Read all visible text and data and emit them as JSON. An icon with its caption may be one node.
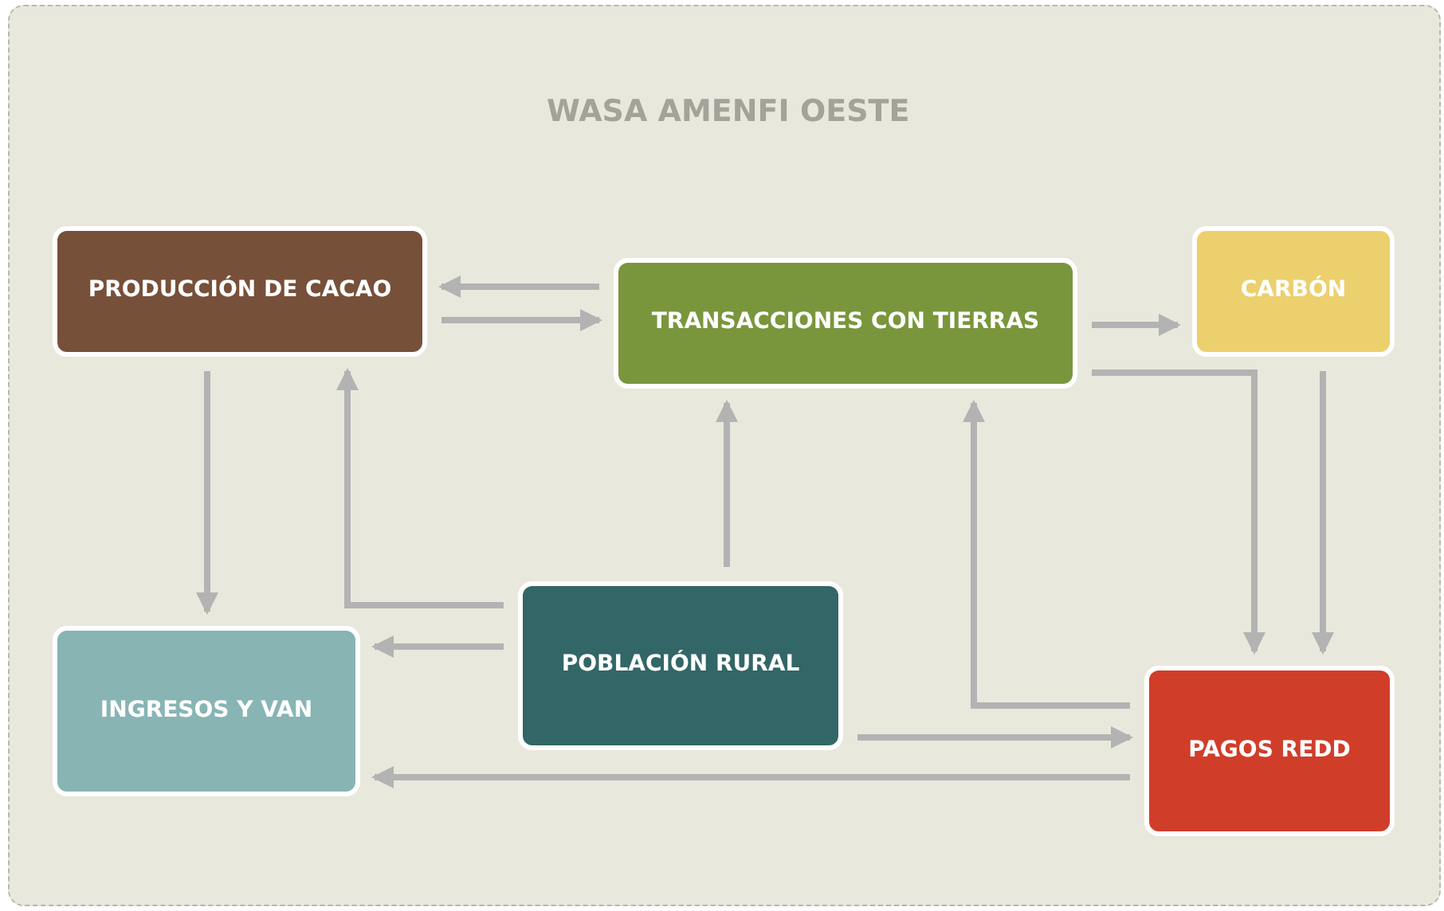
{
  "diagram": {
    "title": "WASA AMENFI OESTE",
    "nodes": [
      {
        "text": [
          "PRODUCCIÓN DE CACAO"
        ]
      },
      {
        "text": [
          "TRANSACCIONES CON TIERRAS"
        ]
      },
      {
        "text": [
          "CARBÓN"
        ]
      },
      {
        "text": [
          "INGRESOS Y VAN"
        ]
      },
      {
        "text": [
          "POBLACIÓN RURAL"
        ]
      },
      {
        "text": [
          "PAGOS REDD"
        ]
      }
    ],
    "edges": [
      {
        "from": 1,
        "to": 0,
        "arrow": "to"
      },
      {
        "from": 0,
        "to": 1,
        "arrow": "to"
      },
      {
        "from": 1,
        "to": 2,
        "arrow": "to"
      },
      {
        "from": 0,
        "to": 3,
        "arrow": "to"
      },
      {
        "from": 4,
        "to": 0,
        "arrow": "to"
      },
      {
        "from": 4,
        "to": 3,
        "arrow": "to"
      },
      {
        "from": 4,
        "to": 1,
        "arrow": "to"
      },
      {
        "from": 5,
        "to": 1,
        "arrow": "to"
      },
      {
        "from": 1,
        "to": 5,
        "arrow": "to"
      },
      {
        "from": 2,
        "to": 5,
        "arrow": "to"
      },
      {
        "from": 4,
        "to": 5,
        "arrow": "to"
      },
      {
        "from": 5,
        "to": 3,
        "arrow": "to"
      }
    ]
  }
}
